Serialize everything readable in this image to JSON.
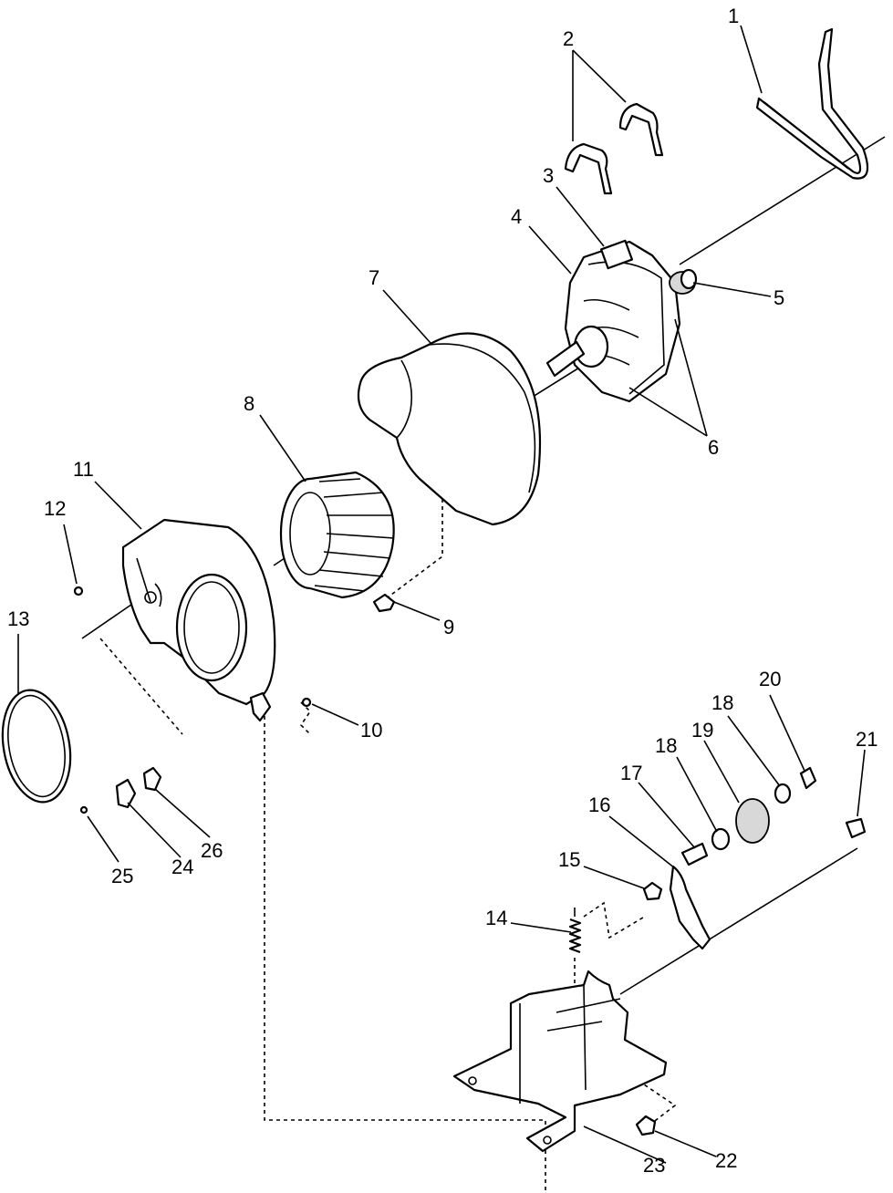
{
  "callouts": [
    {
      "id": "1",
      "text": "1"
    },
    {
      "id": "2",
      "text": "2"
    },
    {
      "id": "3",
      "text": "3"
    },
    {
      "id": "4",
      "text": "4"
    },
    {
      "id": "5",
      "text": "5"
    },
    {
      "id": "6",
      "text": "6"
    },
    {
      "id": "7",
      "text": "7"
    },
    {
      "id": "8",
      "text": "8"
    },
    {
      "id": "9",
      "text": "9"
    },
    {
      "id": "10",
      "text": "10"
    },
    {
      "id": "11",
      "text": "11"
    },
    {
      "id": "12",
      "text": "12"
    },
    {
      "id": "13",
      "text": "13"
    },
    {
      "id": "14",
      "text": "14"
    },
    {
      "id": "15",
      "text": "15"
    },
    {
      "id": "16",
      "text": "16"
    },
    {
      "id": "17",
      "text": "17"
    },
    {
      "id": "18a",
      "text": "18"
    },
    {
      "id": "18b",
      "text": "18"
    },
    {
      "id": "19",
      "text": "19"
    },
    {
      "id": "20",
      "text": "20"
    },
    {
      "id": "21",
      "text": "21"
    },
    {
      "id": "22",
      "text": "22"
    },
    {
      "id": "23",
      "text": "23"
    },
    {
      "id": "24",
      "text": "24"
    },
    {
      "id": "25",
      "text": "25"
    },
    {
      "id": "26",
      "text": "26"
    }
  ]
}
